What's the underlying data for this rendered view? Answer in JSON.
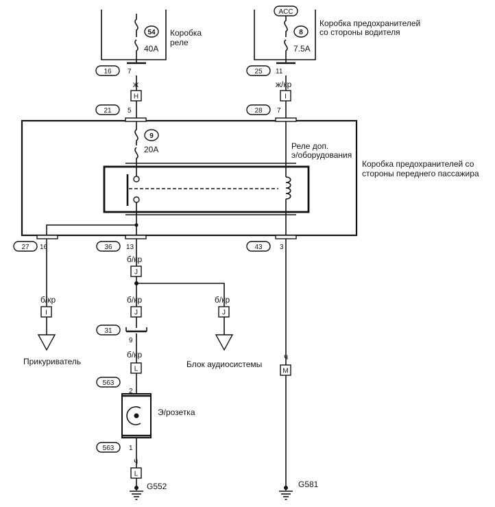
{
  "relay_box": {
    "label": "Коробка реле",
    "fuse_number": "54",
    "fuse_rating": "40A",
    "connector": "16",
    "pin": "7"
  },
  "driver_fuse_box": {
    "label": "Коробка предохранителей со стороны водителя",
    "acc_label": "ACC",
    "fuse_number": "8",
    "fuse_rating": "7.5A",
    "connector": "25",
    "pin": "11"
  },
  "wire_top_left": {
    "color": "ж",
    "letter": "H"
  },
  "wire_top_right": {
    "color": "ж/кр",
    "letter": "I"
  },
  "passenger_box": {
    "label": "Коробка предохранителей со стороны переднего пассажира",
    "input_left": {
      "connector": "21",
      "pin": "5"
    },
    "input_right": {
      "connector": "28",
      "pin": "7"
    },
    "fuse_number": "9",
    "fuse_rating": "20A",
    "relay_label": "Реле доп. э/оборудования",
    "out_left": {
      "connector": "27",
      "pin": "16"
    },
    "out_mid": {
      "connector": "36",
      "pin": "13"
    },
    "out_right": {
      "connector": "43",
      "pin": "3"
    }
  },
  "wire_mid_trunk": {
    "color": "б/кр",
    "letter": "J"
  },
  "branch_lighter": {
    "color": "б/кр",
    "letter": "I",
    "label": "Прикуриватель"
  },
  "branch_mid": {
    "color": "б/кр",
    "letter": "J"
  },
  "branch_audio": {
    "color": "б/кр",
    "letter": "J",
    "label": "Блок аудиосистемы"
  },
  "connector_31": {
    "connector": "31",
    "pin": "9"
  },
  "wire_to_socket": {
    "color": "б/кр",
    "letter": "L"
  },
  "socket": {
    "label": "Э/розетка",
    "top_connector": "563",
    "top_pin": "2",
    "bottom_connector": "563",
    "bottom_pin": "1"
  },
  "ground_left": {
    "wire_color": "ч",
    "letter": "L",
    "label": "G552"
  },
  "ground_right": {
    "wire_color": "ч",
    "letter": "M",
    "label": "G581"
  }
}
